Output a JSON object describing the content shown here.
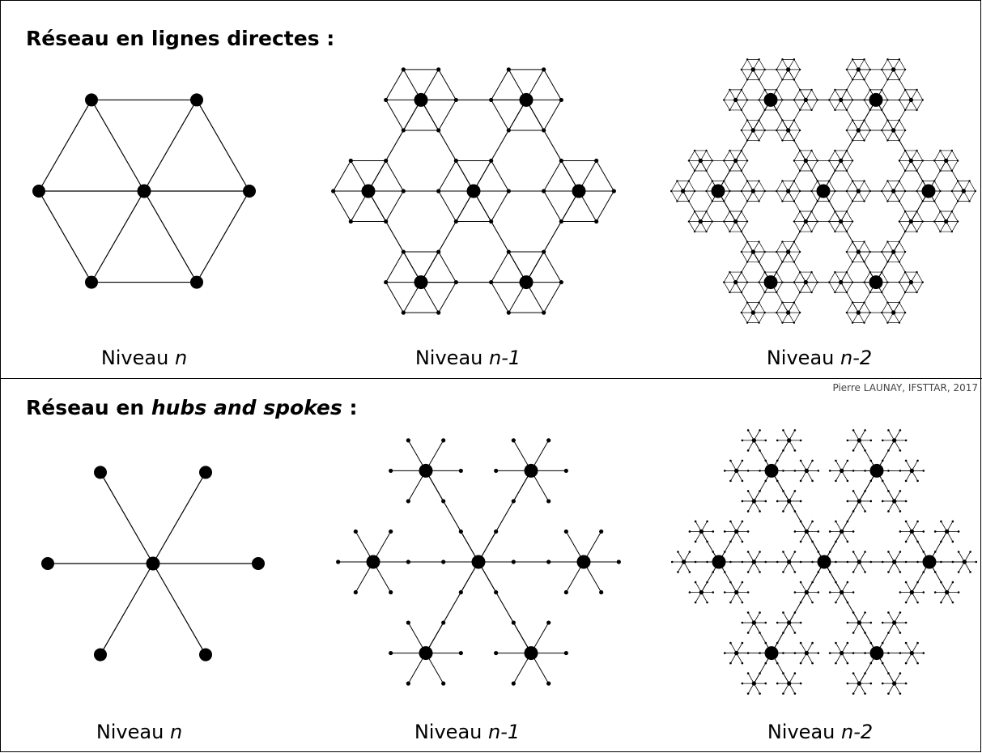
{
  "sections": {
    "direct": {
      "title": "Réseau en lignes directes :"
    },
    "hubs": {
      "title_prefix": "Réseau en ",
      "title_italic": "hubs and spokes",
      "title_suffix": " :"
    }
  },
  "levels": {
    "word": "Niveau",
    "n": "n",
    "n1": "n-1",
    "n2": "n-2"
  },
  "credit": "Pierre LAUNAY, IFSTTAR, 2017",
  "colors": {
    "line": "#000000",
    "node": "#000000",
    "background": "#ffffff"
  }
}
